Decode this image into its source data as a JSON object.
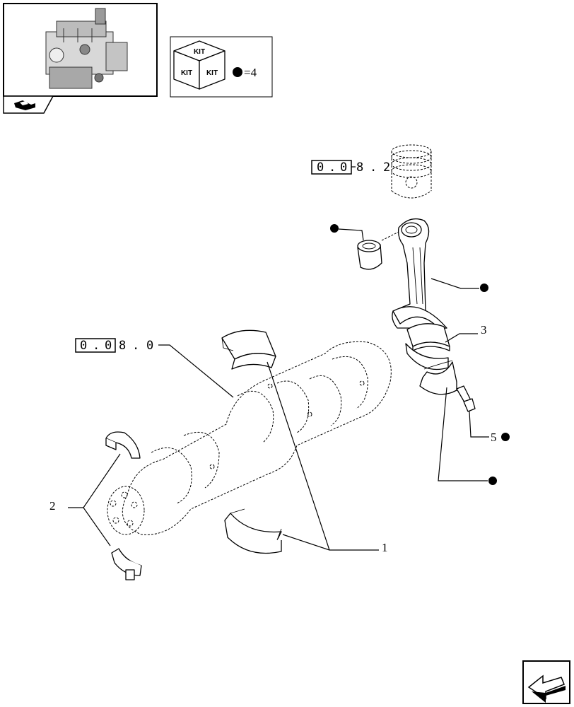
{
  "kit_box": {
    "cube_labels": [
      "KIT",
      "KIT",
      "KIT"
    ],
    "quantity": "=4"
  },
  "references": {
    "piston_ref": [
      "0",
      ".",
      "0",
      "8",
      ".",
      "2"
    ],
    "crankshaft_ref": [
      "0",
      ".",
      "0",
      "8",
      ".",
      "0"
    ]
  },
  "callouts": {
    "item1": "1",
    "item2": "2",
    "item3": "3",
    "item5": "5"
  },
  "icons": {
    "engine_thumbnail": "engine-thumbnail-icon",
    "corner_nav": "previous-page-icon",
    "bottom_nav": "next-page-arrow-icon",
    "kit_marker": "black-dot-icon"
  }
}
